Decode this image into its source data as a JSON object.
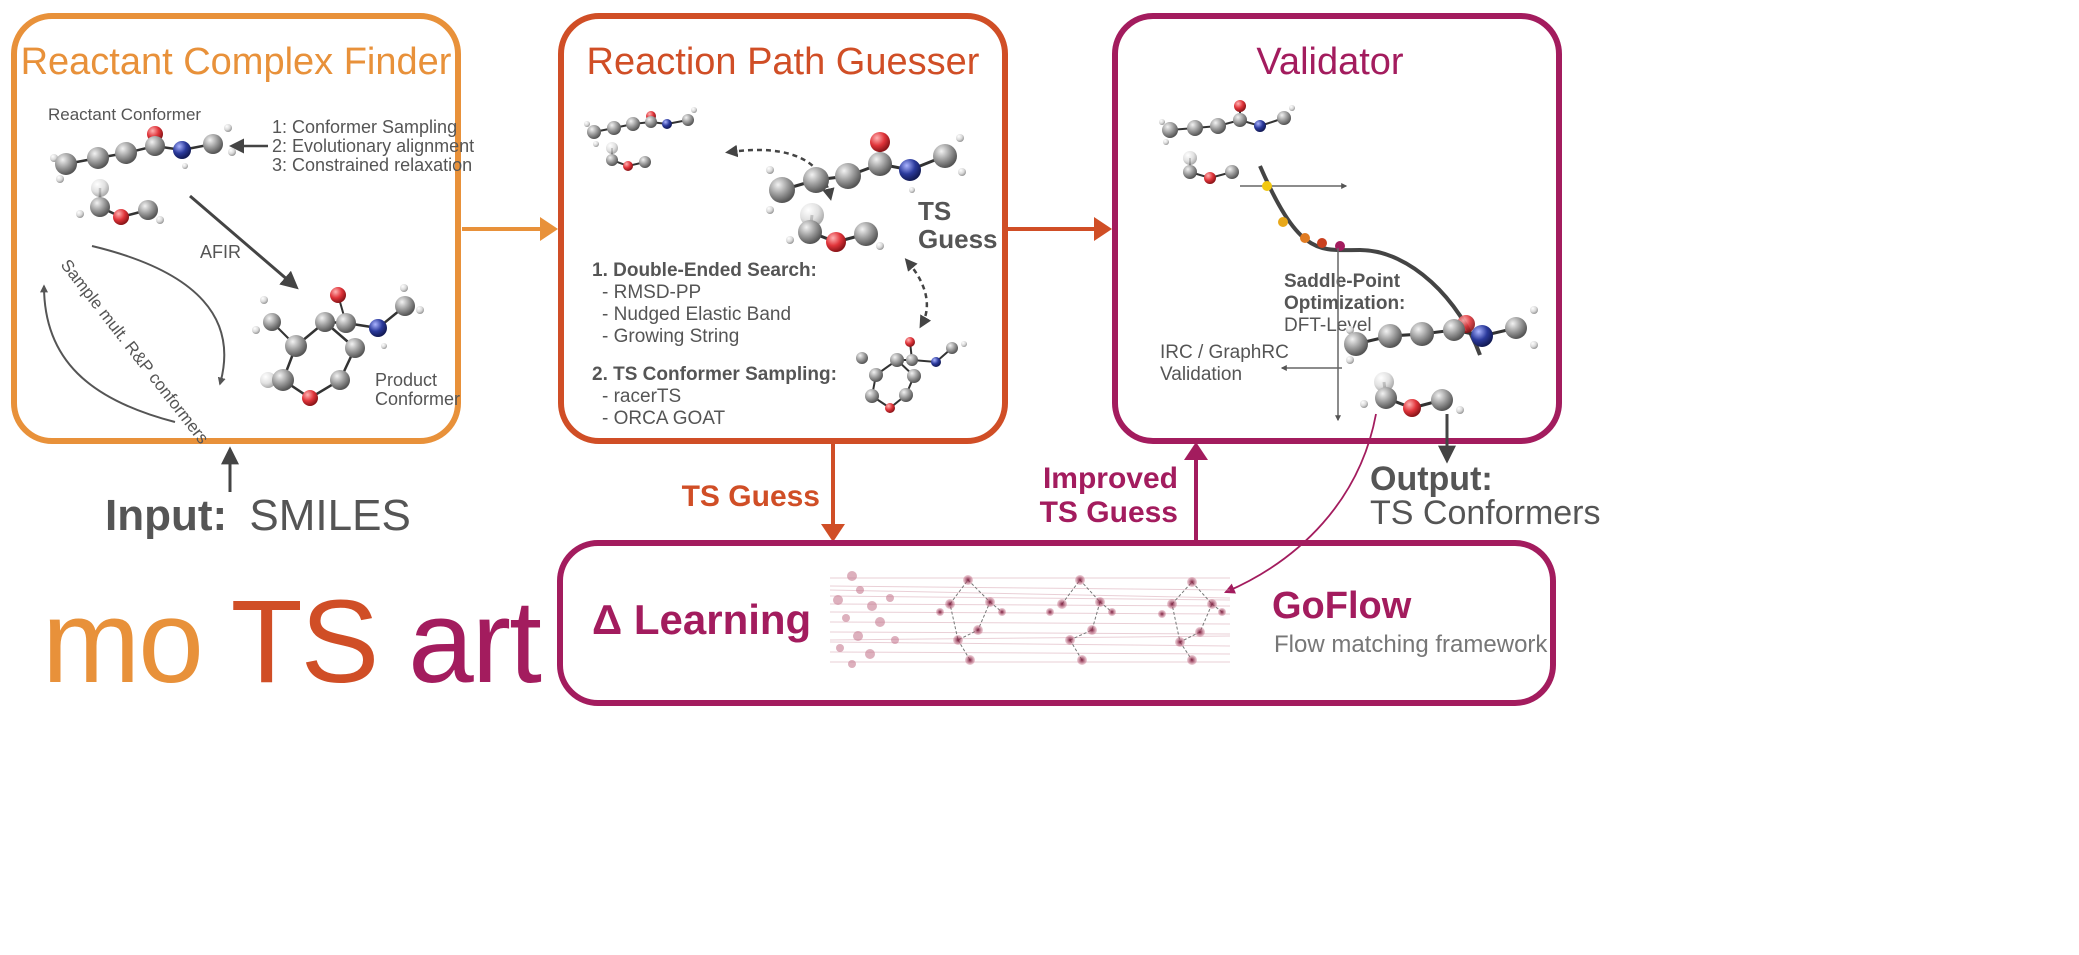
{
  "colors": {
    "orange": "#E8913A",
    "red_orange": "#D04E26",
    "magenta": "#A31C5E",
    "gray_text": "#555555",
    "atom_c": "#9a9a9a",
    "atom_o": "#e0343a",
    "atom_n": "#2b3a9c",
    "atom_h": "#d9d9d9"
  },
  "boxes": {
    "finder": {
      "title": "Reactant Complex Finder",
      "reactant_label": "Reactant Conformer",
      "steps": [
        "1: Conformer Sampling",
        "2: Evolutionary alignment",
        "3: Constrained relaxation"
      ],
      "afir_label": "AFIR",
      "sample_label": "Sample mult. R&P conformers",
      "product_label": [
        "Product",
        "Conformer"
      ]
    },
    "guesser": {
      "title": "Reaction Path Guesser",
      "ts_guess_label": [
        "TS",
        "Guess"
      ],
      "method1_title": "1. Double-Ended Search:",
      "method1_items": [
        "- RMSD-PP",
        "- Nudged Elastic Band",
        "- Growing String"
      ],
      "method2_title": "2. TS Conformer Sampling:",
      "method2_items": [
        "- racerTS",
        "- ORCA GOAT"
      ]
    },
    "validator": {
      "title": "Validator",
      "saddle_label": [
        "Saddle-Point",
        "Optimization:"
      ],
      "saddle_level": "DFT-Level",
      "irc_label": [
        "IRC / GraphRC",
        "Validation"
      ]
    },
    "learning": {
      "delta_label": "Δ Learning",
      "goflow_title": "GoFlow",
      "goflow_subtitle": "Flow matching framework"
    }
  },
  "input": {
    "prefix": "Input:",
    "value": "SMILES"
  },
  "output": {
    "prefix": "Output:",
    "value": "TS Conformers"
  },
  "flow_labels": {
    "ts_guess": "TS Guess",
    "improved": [
      "Improved",
      "TS Guess"
    ]
  },
  "logo": {
    "part1": "mo",
    "part2": "TS",
    "part3": "art"
  }
}
